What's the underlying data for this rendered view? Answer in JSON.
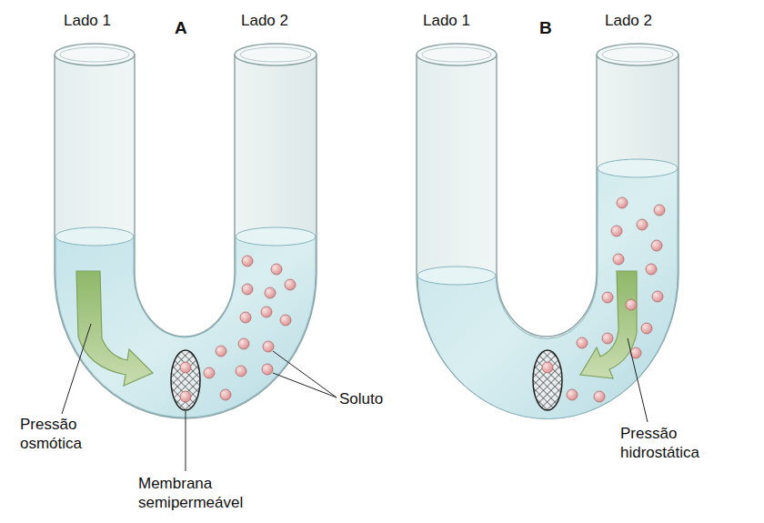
{
  "diagram": {
    "labels": [
      "Lado 1",
      "A",
      "Lado 2",
      "Lado 1",
      "B",
      "Lado 2",
      "Pressão osmótica",
      "Membrana semipermeável",
      "Soluto",
      "Pressão hidrostática"
    ]
  }
}
